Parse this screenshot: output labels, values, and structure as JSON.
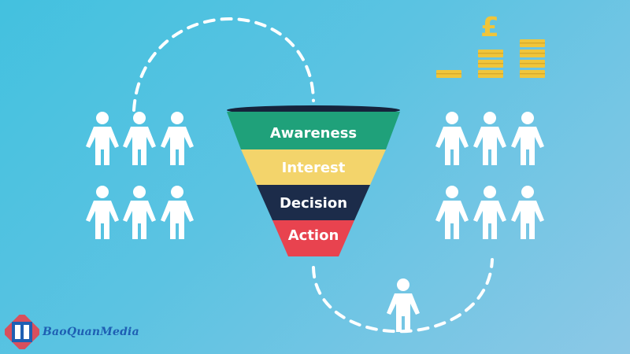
{
  "diagram": {
    "stages": [
      {
        "label": "Awareness",
        "color": "#1fa17a"
      },
      {
        "label": "Interest",
        "color": "#f3d46b"
      },
      {
        "label": "Decision",
        "color": "#1c2c4a"
      },
      {
        "label": "Action",
        "color": "#e8434f"
      }
    ],
    "currency_symbol": "£",
    "coin_color": "#f0c53a",
    "person_color": "#ffffff",
    "path_color": "#ffffff"
  },
  "brand": {
    "name": "BaoQuanMedia"
  }
}
